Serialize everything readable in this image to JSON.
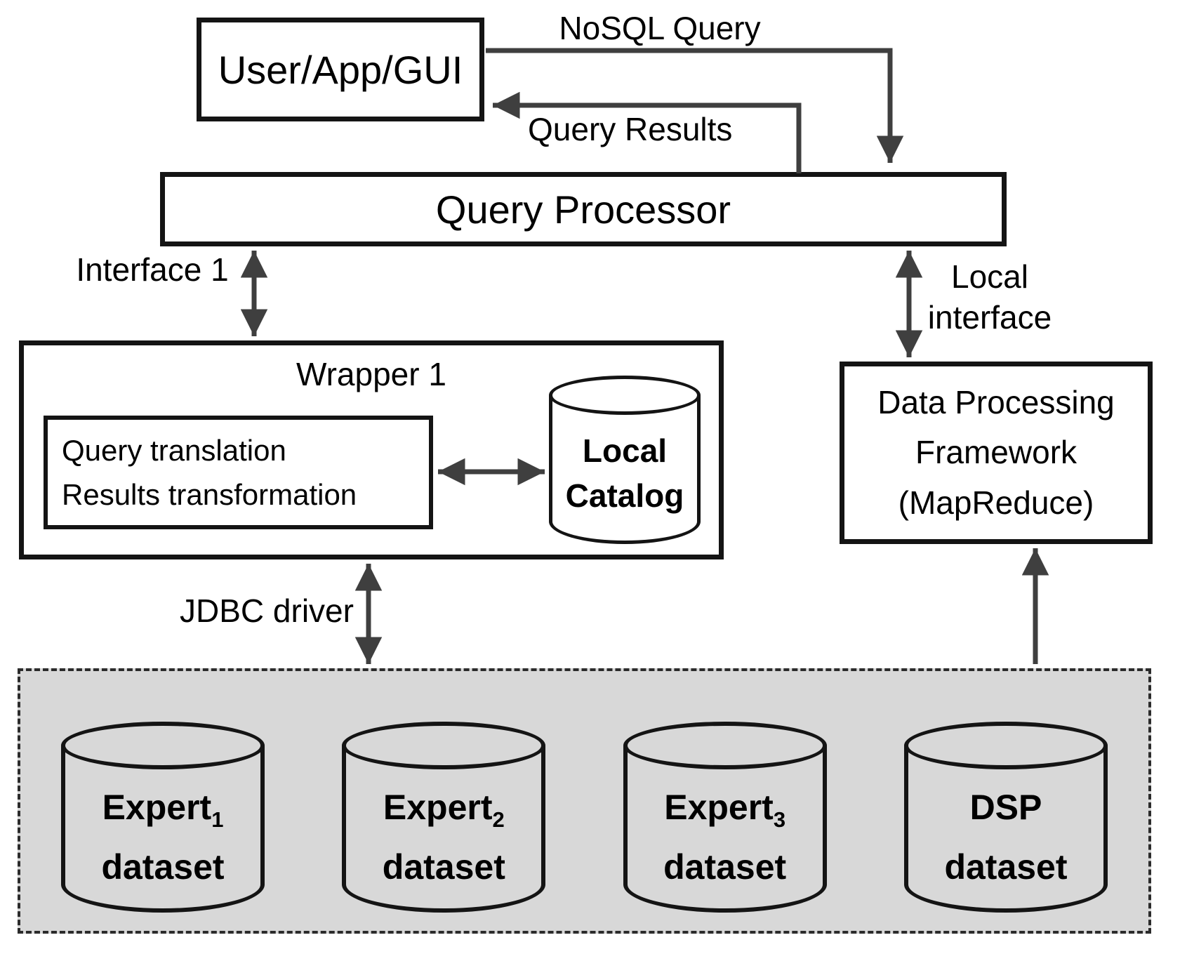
{
  "nodes": {
    "user": {
      "label": "User/App/GUI"
    },
    "query_processor": {
      "label": "Query Processor"
    },
    "wrapper": {
      "title": "Wrapper 1",
      "translation": {
        "line1": "Query translation",
        "line2": "Results transformation"
      }
    },
    "local_catalog": {
      "line1": "Local",
      "line2": "Catalog"
    },
    "dpf": {
      "line1": "Data Processing",
      "line2": "Framework",
      "line3": "(MapReduce)"
    },
    "datasets": [
      {
        "name": "Expert",
        "sub": "1",
        "word": "dataset"
      },
      {
        "name": "Expert",
        "sub": "2",
        "word": "dataset"
      },
      {
        "name": "Expert",
        "sub": "3",
        "word": "dataset"
      },
      {
        "name": "DSP",
        "sub": "",
        "word": "dataset"
      }
    ]
  },
  "edges": {
    "nosql": {
      "label": "NoSQL Query"
    },
    "results": {
      "label": "Query Results"
    },
    "interface1": {
      "label": "Interface 1"
    },
    "local_interface": {
      "line1": "Local",
      "line2": "interface"
    },
    "jdbc": {
      "label": "JDBC driver"
    }
  },
  "colors": {
    "bg": "#ffffff",
    "line": "#141414",
    "arrow": "#3f3f3f",
    "area": "#d8d8d8",
    "text": "#000000"
  }
}
